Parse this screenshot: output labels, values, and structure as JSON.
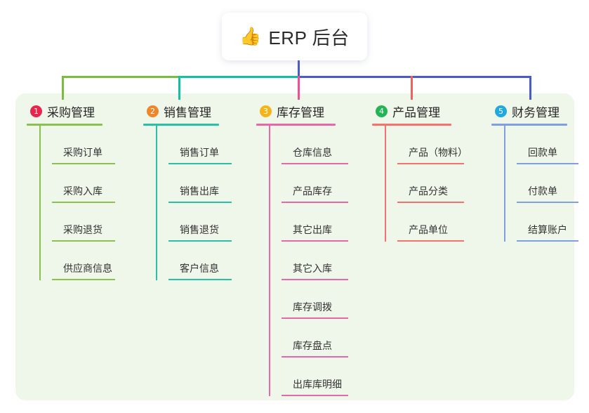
{
  "diagram": {
    "type": "org-tree",
    "root": {
      "icon": "thumbs-up-icon",
      "icon_glyph": "👍",
      "label": "ERP 后台"
    },
    "panel_color": "#eef7e9",
    "trunk_color": "#4a5bc4",
    "connector_segments": [
      {
        "name": "segment-green",
        "color": "#7cbb42"
      },
      {
        "name": "segment-teal",
        "color": "#13bfa6"
      },
      {
        "name": "segment-blue",
        "color": "#4a5bc4"
      }
    ],
    "columns": [
      {
        "number": "1",
        "badge_color": "#e8254c",
        "line_color": "#8cc152",
        "drop_color": "#7cbb42",
        "title": "采购管理",
        "items": [
          "采购订单",
          "采购入库",
          "采购退货",
          "供应商信息"
        ]
      },
      {
        "number": "2",
        "badge_color": "#f0852a",
        "line_color": "#2bbfa8",
        "drop_color": "#13bfa6",
        "title": "销售管理",
        "items": [
          "销售订单",
          "销售出库",
          "销售退货",
          "客户信息"
        ]
      },
      {
        "number": "3",
        "badge_color": "#f5b51a",
        "line_color": "#e668a8",
        "drop_color": "#e8529a",
        "title": "库存管理",
        "items": [
          "仓库信息",
          "产品库存",
          "其它出库",
          "其它入库",
          "库存调拨",
          "库存盘点",
          "出库库明细"
        ]
      },
      {
        "number": "4",
        "badge_color": "#22b455",
        "line_color": "#f4736e",
        "drop_color": "#f4605c",
        "title": "产品管理",
        "items": [
          "产品（物料）",
          "产品分类",
          "产品单位"
        ]
      },
      {
        "number": "5",
        "badge_color": "#20a8df",
        "line_color": "#7f9fe0",
        "drop_color": "#4a5bc4",
        "title": "财务管理",
        "items": [
          "回款单",
          "付款单",
          "结算账户"
        ]
      }
    ]
  }
}
